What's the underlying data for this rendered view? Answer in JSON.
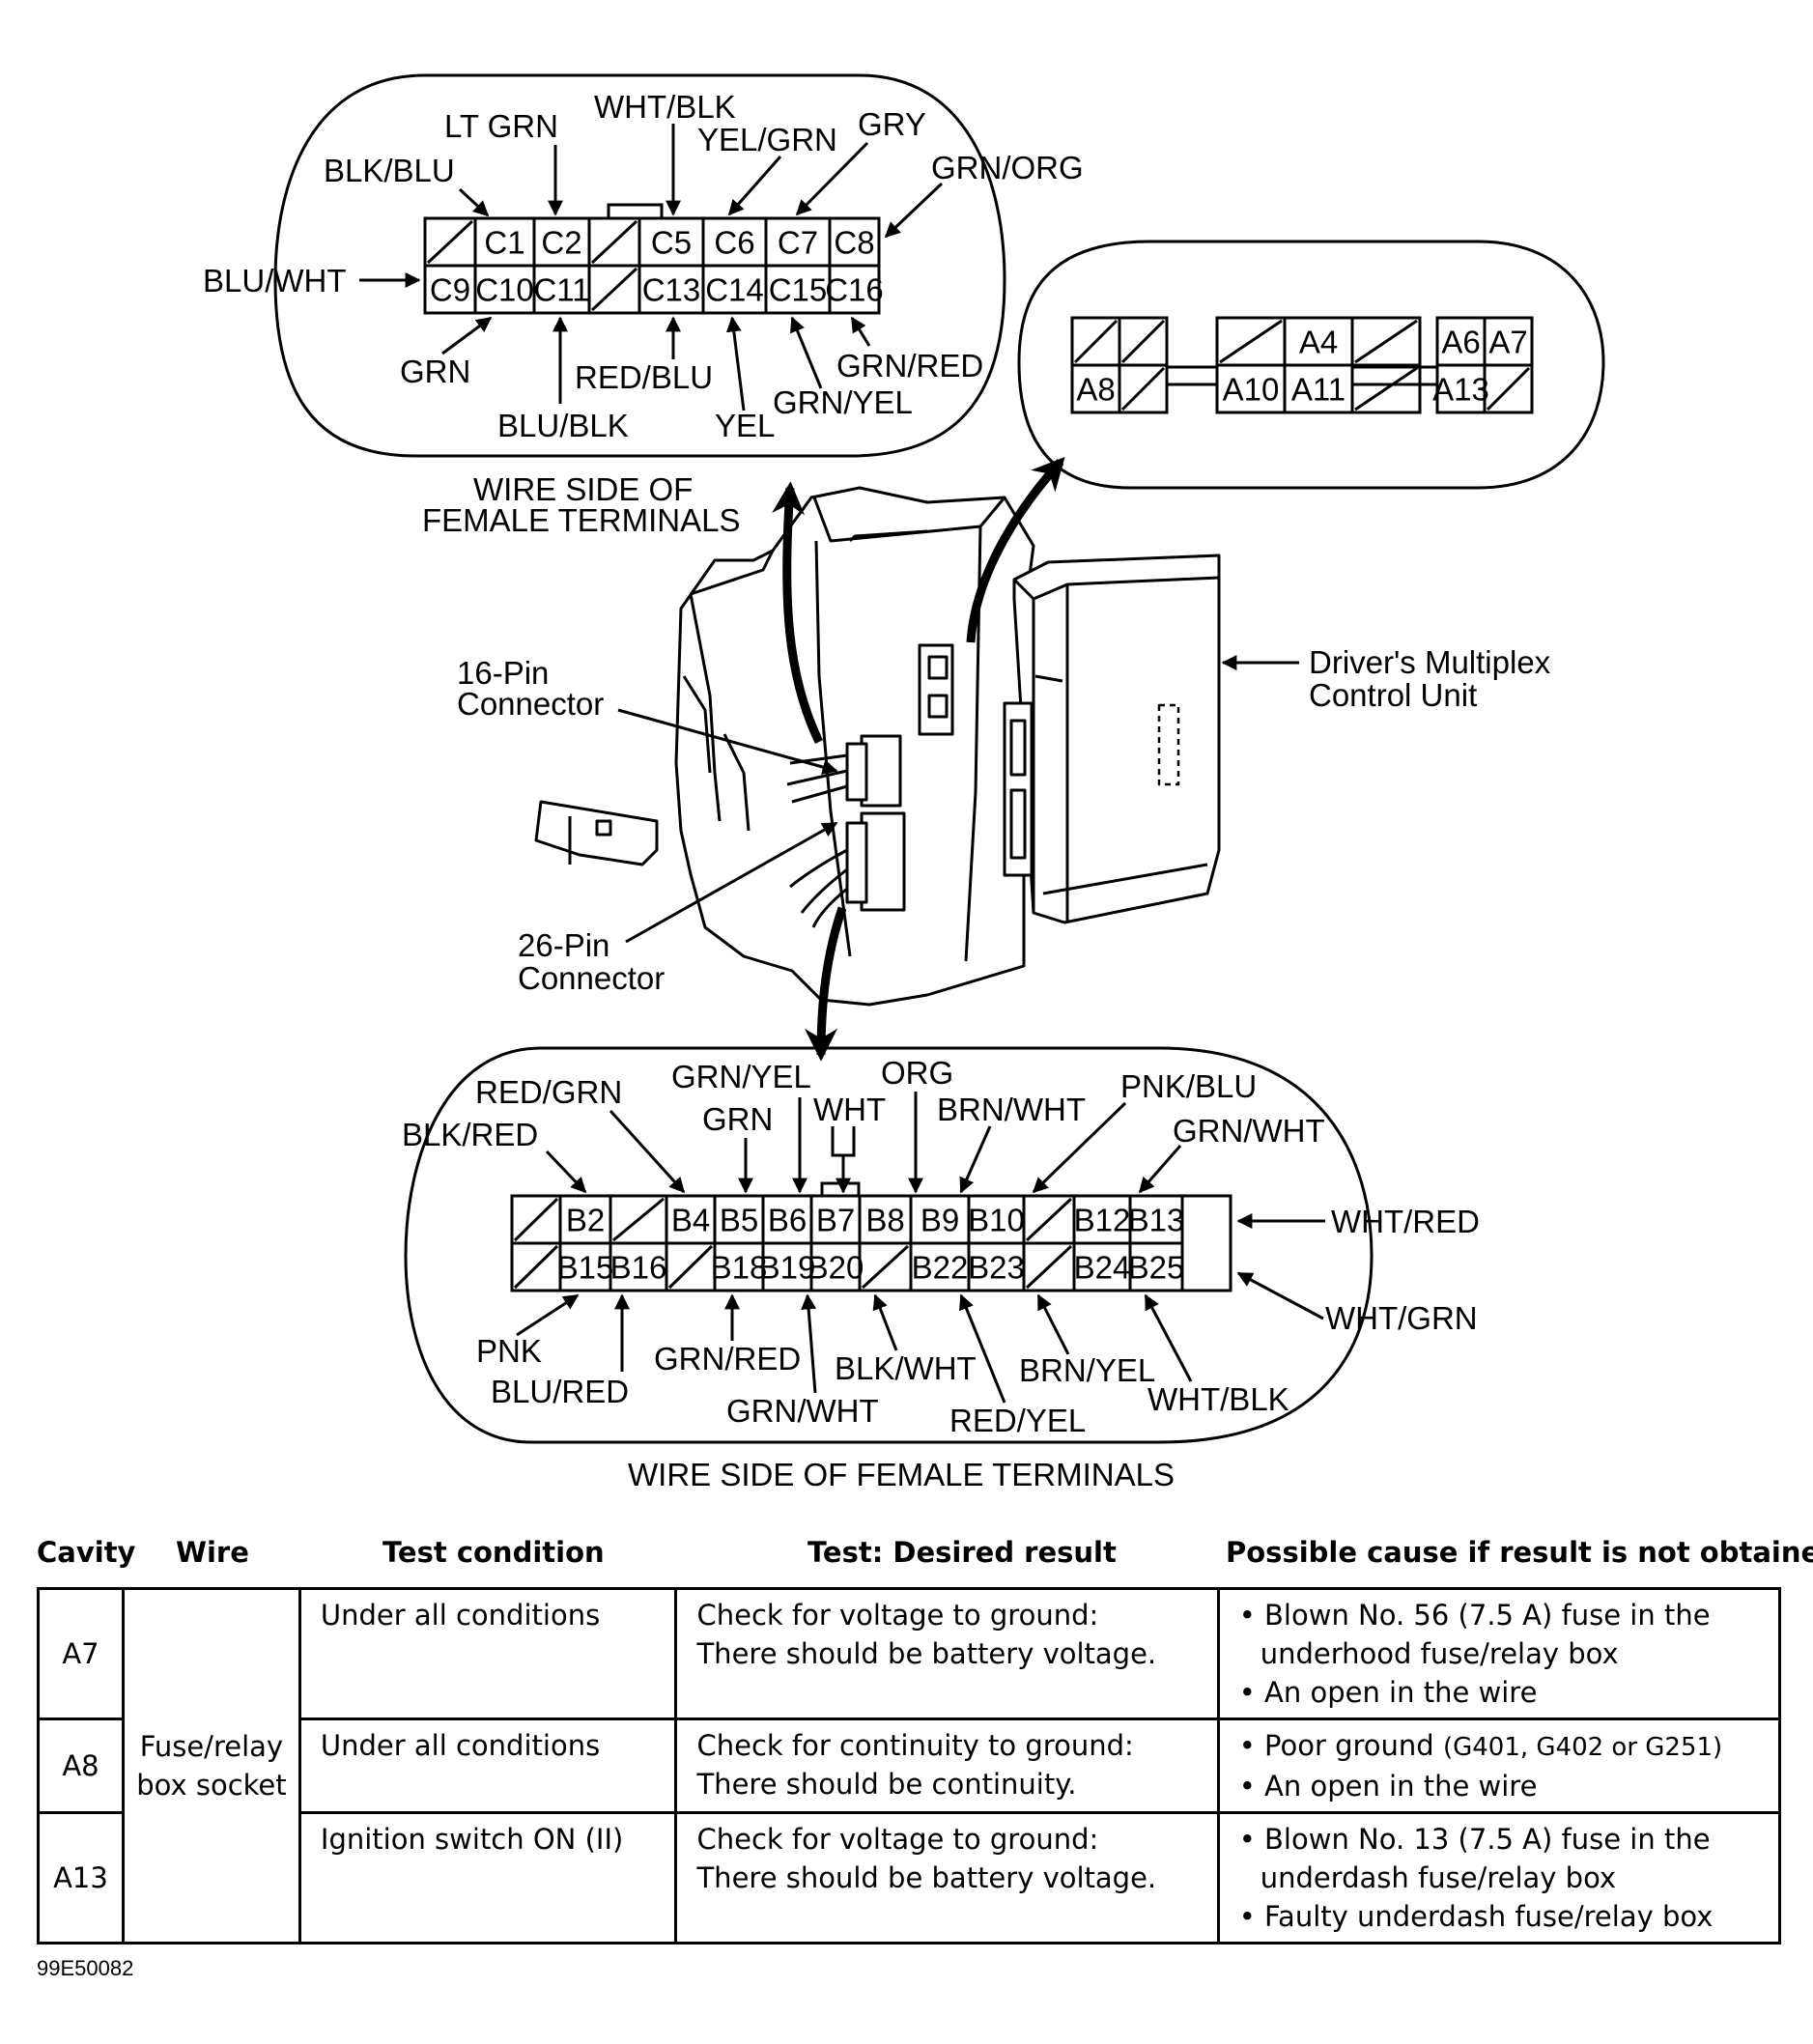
{
  "connector_c": {
    "pins_top": [
      "",
      "C1",
      "C2",
      "",
      "C5",
      "C6",
      "C7",
      "C8"
    ],
    "pins_bottom": [
      "C9",
      "C10",
      "C11",
      "",
      "C13",
      "C14",
      "C15",
      "C16"
    ],
    "wires": {
      "blk_blu": "BLK/BLU",
      "lt_grn": "LT GRN",
      "wht_blk": "WHT/BLK",
      "yel_grn": "YEL/GRN",
      "gry": "GRY",
      "grn_org": "GRN/ORG",
      "blu_wht": "BLU/WHT",
      "grn": "GRN",
      "blu_blk": "BLU/BLK",
      "red_blu": "RED/BLU",
      "yel": "YEL",
      "grn_yel": "GRN/YEL",
      "grn_red": "GRN/RED"
    },
    "caption_line1": "WIRE SIDE OF",
    "caption_line2": "FEMALE TERMINALS"
  },
  "connector_a": {
    "block1": [
      "",
      "",
      "A8",
      ""
    ],
    "block2": [
      "",
      "A4",
      "",
      "A10",
      "A11",
      ""
    ],
    "block3": [
      "A6",
      "A7",
      "A13",
      ""
    ]
  },
  "unit": {
    "pin16_line1": "16-Pin",
    "pin16_line2": "Connector",
    "pin26_line1": "26-Pin",
    "pin26_line2": "Connector",
    "dmcu_line1": "Driver's Multiplex",
    "dmcu_line2": "Control Unit"
  },
  "connector_b": {
    "pins_top": [
      "",
      "B2",
      "",
      "B4",
      "B5",
      "B6",
      "B7",
      "B8",
      "B9",
      "B10",
      "",
      "B12",
      "B13"
    ],
    "pins_bottom": [
      "",
      "B15",
      "B16",
      "",
      "B18",
      "B19",
      "B20",
      "",
      "B22",
      "B23",
      "",
      "B24",
      "B25"
    ],
    "wires": {
      "red_grn": "RED/GRN",
      "grn_yel": "GRN/YEL",
      "org": "ORG",
      "pnk_blu": "PNK/BLU",
      "grn": "GRN",
      "wht": "WHT",
      "brn_wht": "BRN/WHT",
      "blk_red": "BLK/RED",
      "grn_wht_top": "GRN/WHT",
      "wht_red": "WHT/RED",
      "wht_grn": "WHT/GRN",
      "pnk": "PNK",
      "blu_red": "BLU/RED",
      "grn_red": "GRN/RED",
      "grn_wht_bottom": "GRN/WHT",
      "blk_wht": "BLK/WHT",
      "red_yel": "RED/YEL",
      "brn_yel": "BRN/YEL",
      "wht_blk": "WHT/BLK"
    },
    "caption": "WIRE SIDE OF FEMALE TERMINALS"
  },
  "table": {
    "headers": [
      "Cavity",
      "Wire",
      "Test condition",
      "Test: Desired result",
      "Possible cause if result is not obtained"
    ],
    "wire_line1": "Fuse/relay",
    "wire_line2": "box socket",
    "rows": [
      {
        "cavity": "A7",
        "condition": "Under all conditions",
        "result1": "Check for voltage to ground:",
        "result2": "There should be battery voltage.",
        "causes": [
          "Blown No. 56 (7.5 A) fuse in the underhood fuse/relay box",
          "An open in the wire"
        ]
      },
      {
        "cavity": "A8",
        "condition": "Under all conditions",
        "result1": "Check for continuity to ground:",
        "result2": "There should be continuity.",
        "cause1_main": "Poor ground",
        "cause1_detail": "(G401, G402 or G251)",
        "cause2": "An open in the wire"
      },
      {
        "cavity": "A13",
        "condition": "Ignition switch ON (II)",
        "result1": "Check for voltage to ground:",
        "result2": "There should be battery voltage.",
        "causes": [
          "Blown No. 13 (7.5 A) fuse in the underdash fuse/relay box",
          "Faulty underdash fuse/relay box"
        ]
      }
    ]
  },
  "figure_code": "99E50082"
}
